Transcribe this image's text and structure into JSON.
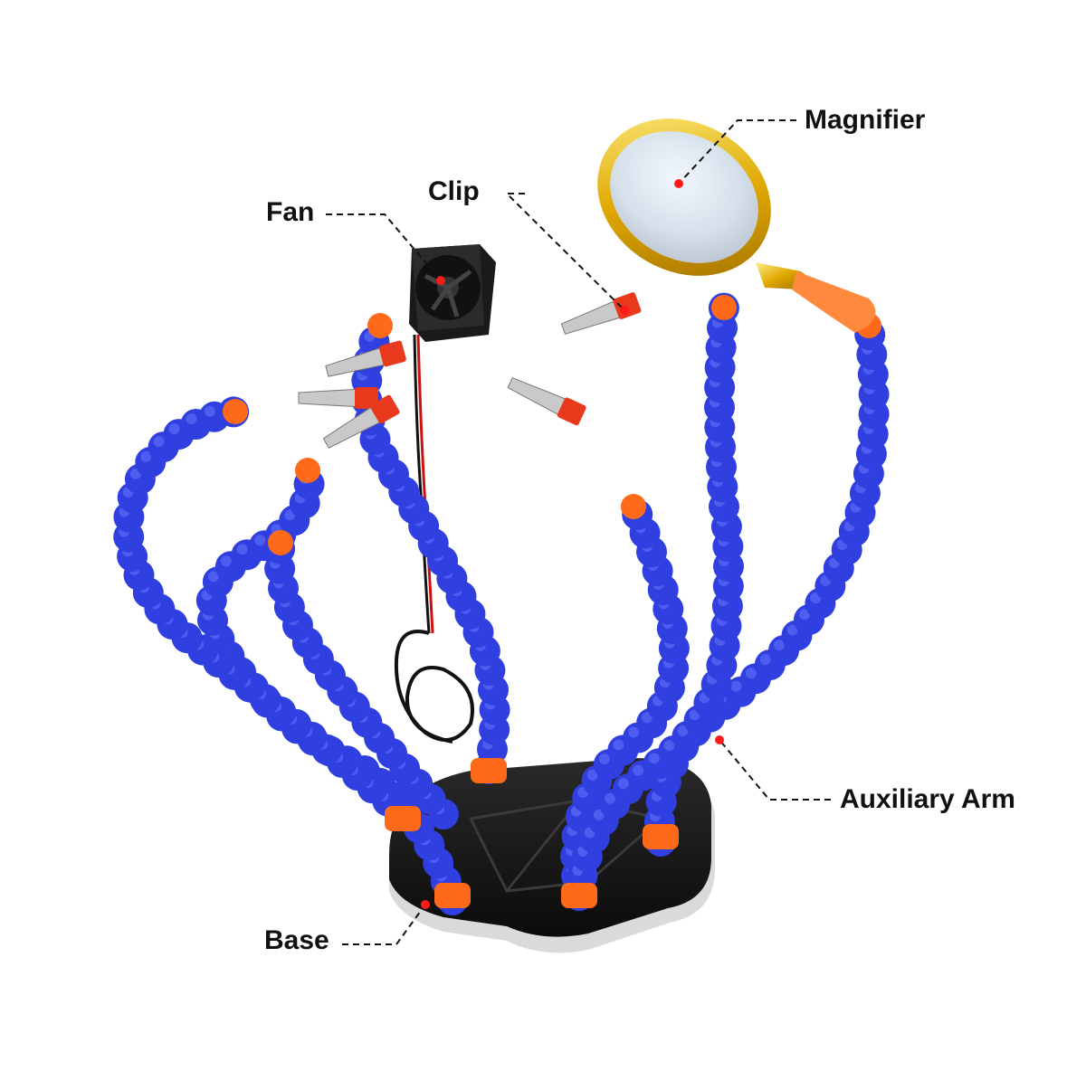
{
  "labels": {
    "magnifier": "Magnifier",
    "clip": "Clip",
    "fan": "Fan",
    "auxiliary_arm": "Auxiliary Arm",
    "base": "Base"
  },
  "colors": {
    "arm_blue": "#2f3fe0",
    "arm_highlight": "#5b6bf5",
    "connector_orange": "#ff6a1a",
    "clip_red": "#e8391c",
    "metal": "#c9c9c9",
    "base_black": "#161616",
    "magnifier_gold": "#e0a800",
    "marker_red": "#ff1a1a",
    "leader_line": "#111111"
  },
  "icons": {
    "fan": "cooling-fan-icon",
    "magnifier": "magnifying-glass-icon",
    "clip": "alligator-clip-icon",
    "base": "weighted-base-icon"
  }
}
